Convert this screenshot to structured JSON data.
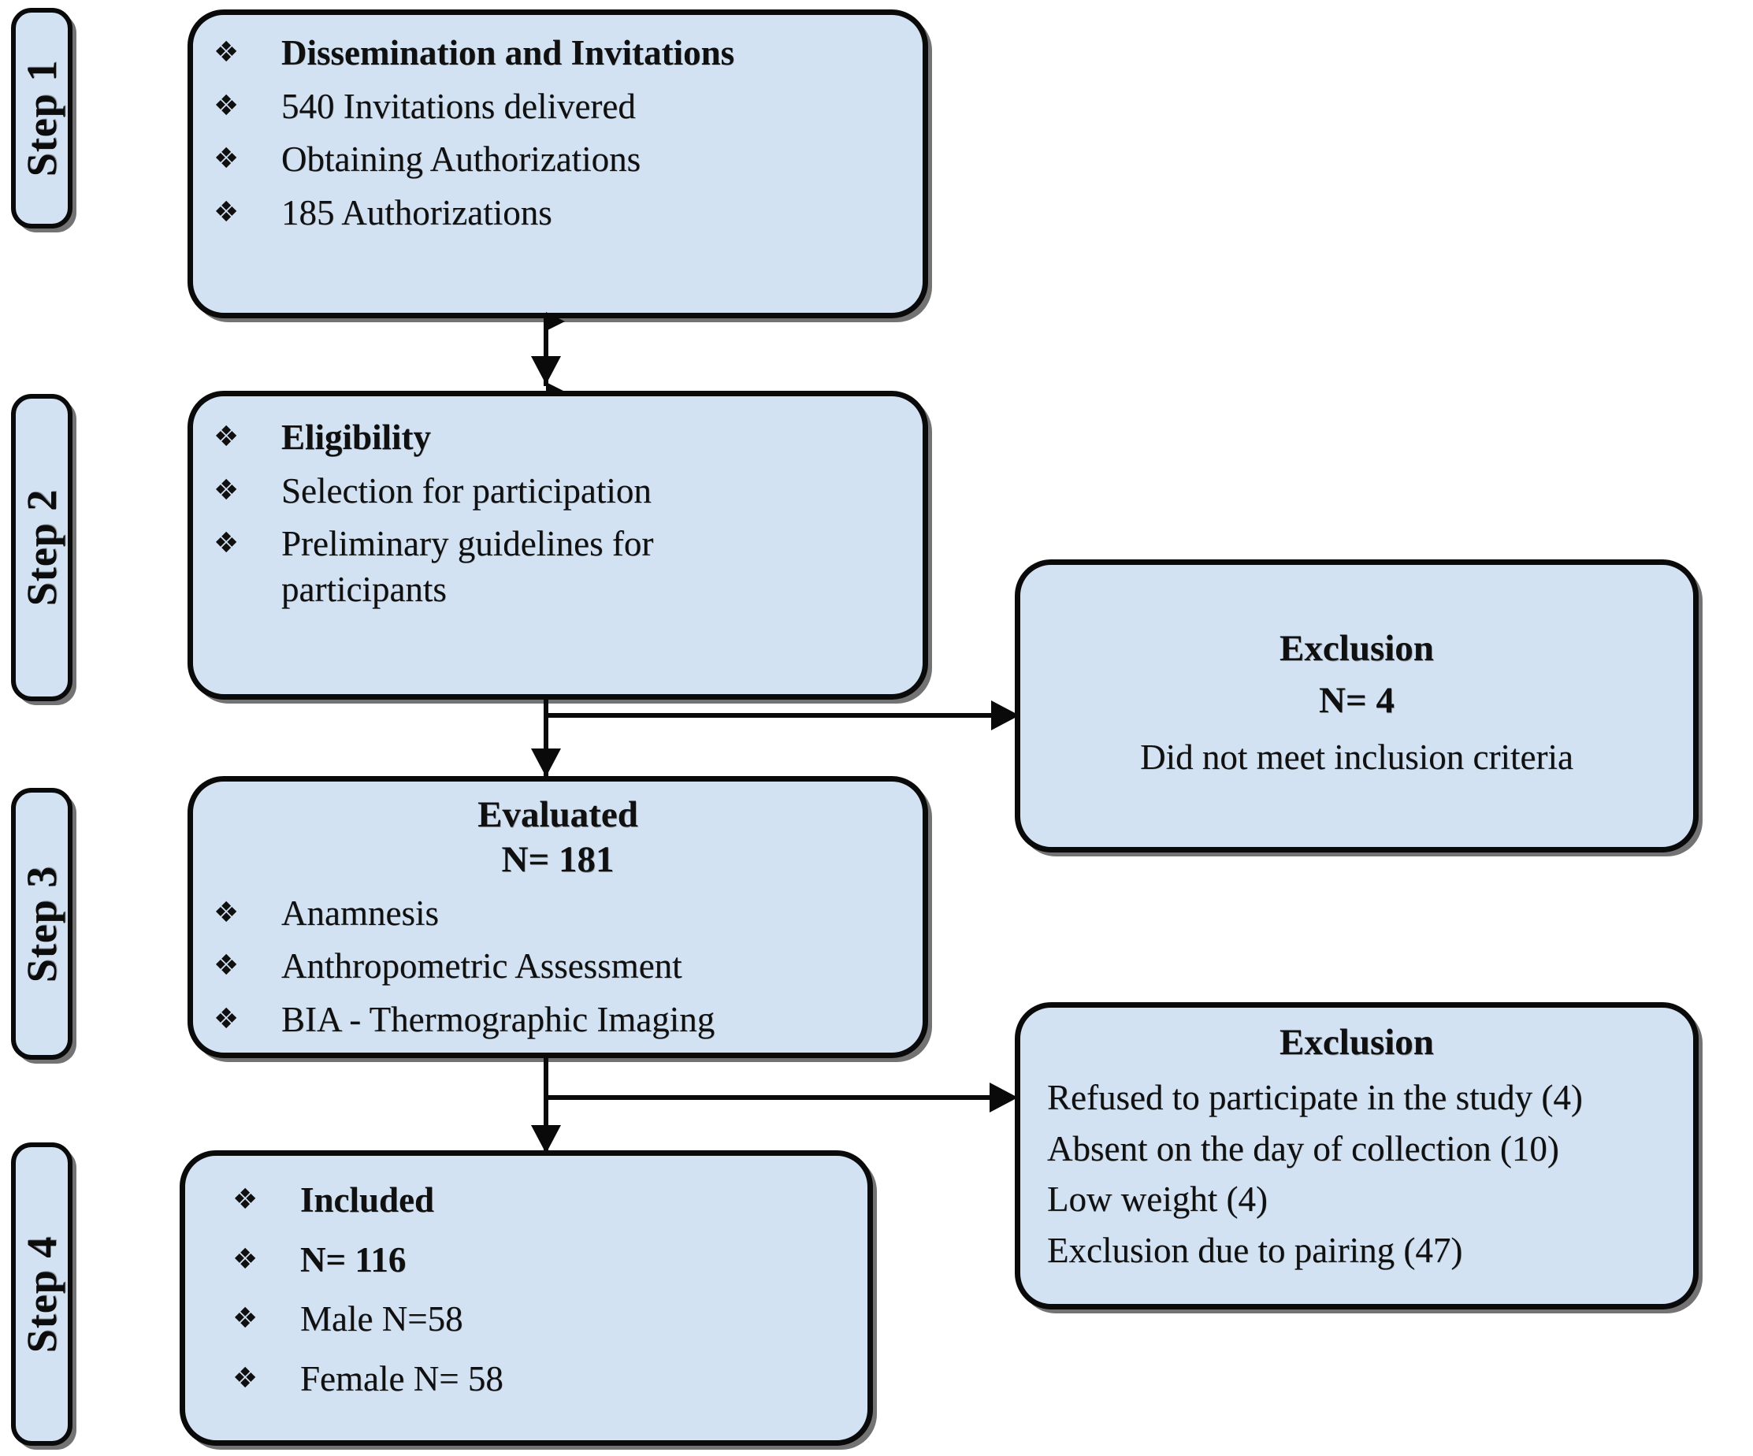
{
  "figure": {
    "type": "flowchart",
    "orientation": "vertical",
    "bullet_glyph": "❖",
    "colors": {
      "box_fill": "#d3e2f2",
      "box_border": "#0a0a0a",
      "text": "#101010",
      "background": "#ffffff"
    }
  },
  "steps": [
    {
      "tab_label": "Step 1"
    },
    {
      "tab_label": "Step 2"
    },
    {
      "tab_label": "Step 3"
    },
    {
      "tab_label": "Step 4"
    }
  ],
  "nodes": {
    "step1_box": {
      "bullets": [
        {
          "text": "Dissemination and Invitations",
          "bold": true
        },
        {
          "text": "540 Invitations delivered",
          "bold": false
        },
        {
          "text": "Obtaining Authorizations",
          "bold": false
        },
        {
          "text": "185 Authorizations",
          "bold": false
        }
      ]
    },
    "step2_box": {
      "bullets": [
        {
          "text": "Eligibility",
          "bold": true
        },
        {
          "text": "Selection for participation",
          "bold": false
        },
        {
          "text": "Preliminary guidelines for participants",
          "bold": false
        }
      ]
    },
    "step3_box": {
      "heading_line1": "Evaluated",
      "heading_line2": "N= 181",
      "bullets": [
        {
          "text": "Anamnesis",
          "bold": false
        },
        {
          "text": "Anthropometric Assessment",
          "bold": false
        },
        {
          "text": "BIA - Thermographic Imaging",
          "bold": false
        }
      ]
    },
    "step4_box": {
      "bullets": [
        {
          "text": "Included",
          "bold": true
        },
        {
          "text": "N= 116",
          "bold": true
        },
        {
          "text": "Male N=58",
          "bold": false
        },
        {
          "text": "Female N= 58",
          "bold": false
        }
      ]
    },
    "exclusion_box_1": {
      "title": "Exclusion",
      "count_line": "N= 4",
      "reasons": [
        "Did not meet inclusion criteria"
      ]
    },
    "exclusion_box_2": {
      "title": "Exclusion",
      "reasons": [
        "Refused to participate in the study (4)",
        "Absent on the day of collection (10)",
        "Low weight (4)",
        "Exclusion due to pairing (47)"
      ]
    }
  }
}
